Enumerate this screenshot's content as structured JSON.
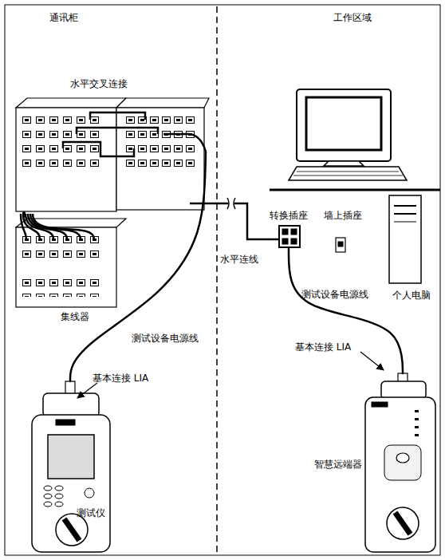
{
  "diagram": {
    "nodes": [
      {
        "text": [
          "水平交叉连接"
        ]
      },
      {
        "text": [
          "集线器"
        ]
      },
      {
        "text": [
          "转换插座"
        ]
      },
      {
        "text": [
          "墙上插座"
        ]
      },
      {
        "text": [
          "个人电脑"
        ]
      },
      {
        "text": [
          "测试仪"
        ]
      },
      {
        "text": [
          "智慧远端器"
        ]
      }
    ],
    "edges": [
      {
        "from": 1,
        "to": 0,
        "arrow": "none"
      },
      {
        "from": 0,
        "to": 2,
        "label": "水平连线",
        "arrow": "none"
      },
      {
        "from": 5,
        "to": 0,
        "label": "测试设备电源线",
        "arrow": "none"
      },
      {
        "from": 6,
        "to": 2,
        "label": "测试设备电源线",
        "arrow": "none"
      }
    ],
    "labels": [
      "通讯柜",
      "工作区域",
      "基本连接 LIA",
      "基本连接 LIA"
    ]
  }
}
